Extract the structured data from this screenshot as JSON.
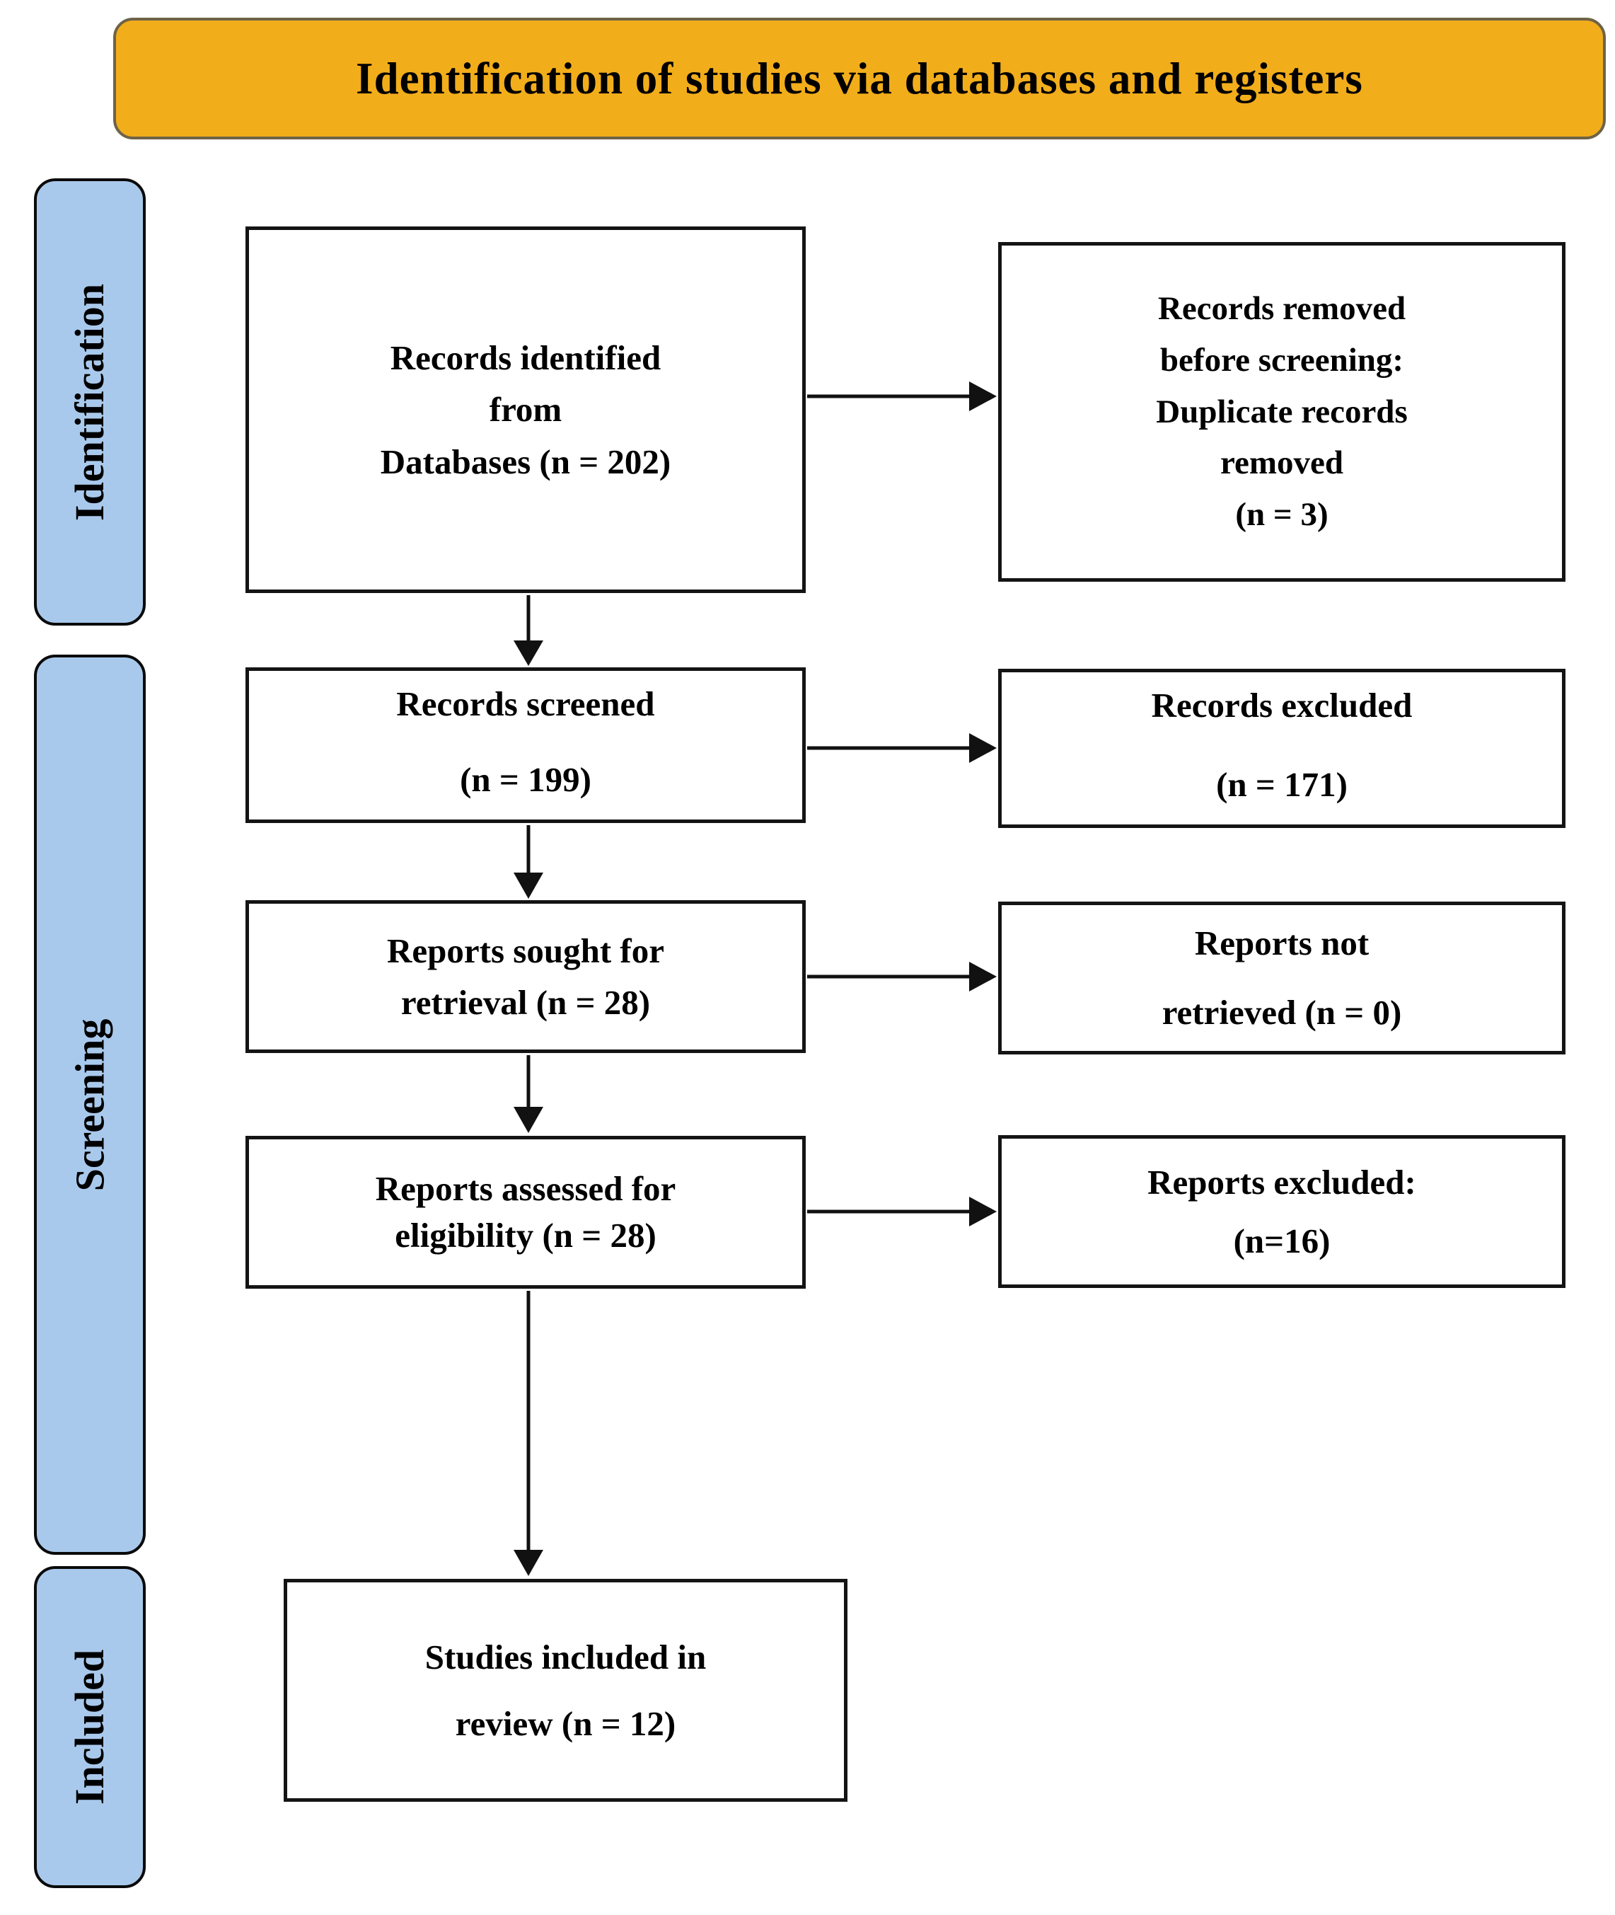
{
  "title_banner": {
    "text": "Identification of studies via databases and registers",
    "background": "#F2AD1B"
  },
  "stages": [
    {
      "label": "Identification"
    },
    {
      "label": "Screening"
    },
    {
      "label": "Included"
    }
  ],
  "colors": {
    "banner_fill": "#F2AD1B",
    "stage_fill": "#A9C9EC",
    "box_border": "#141414",
    "text": "#000000"
  },
  "boxes": {
    "records_identified": {
      "lines": [
        "Records identified",
        "from",
        "Databases (n = 202)"
      ]
    },
    "records_removed": {
      "lines": [
        "Records removed",
        "before screening:",
        "Duplicate records",
        "removed",
        "(n = 3)"
      ]
    },
    "records_screened": {
      "title": "Records screened",
      "count": "(n = 199)"
    },
    "records_excluded": {
      "title": "Records excluded",
      "count": "(n = 171)"
    },
    "reports_sought": {
      "lines": [
        "Reports sought for",
        "retrieval (n = 28)"
      ]
    },
    "reports_not_retrieved": {
      "lines": [
        "Reports not",
        "retrieved (n = 0)"
      ]
    },
    "reports_assessed": {
      "lines": [
        "Reports assessed for",
        "eligibility (n = 28)"
      ]
    },
    "reports_excluded": {
      "lines": [
        "Reports excluded:",
        "(n=16)"
      ]
    },
    "studies_included": {
      "lines": [
        "Studies included in",
        "review (n = 12)"
      ]
    }
  }
}
